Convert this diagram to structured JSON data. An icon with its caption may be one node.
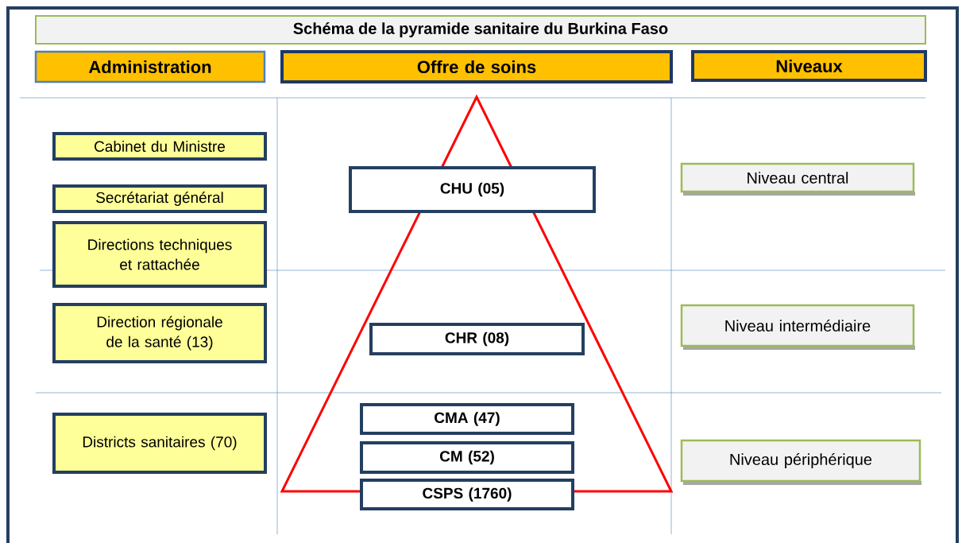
{
  "diagram": {
    "title": "Schéma de la pyramide sanitaire du Burkina Faso",
    "nodes": [
      {
        "text": [
          "Administration"
        ]
      },
      {
        "text": [
          "Offre de soins"
        ]
      },
      {
        "text": [
          "Niveaux"
        ]
      },
      {
        "text": [
          "Cabinet du Ministre"
        ]
      },
      {
        "text": [
          "Secrétariat général"
        ]
      },
      {
        "text": [
          "Directions techniques et rattachée"
        ]
      },
      {
        "text": [
          "Direction régionale de la santé (13)"
        ]
      },
      {
        "text": [
          "Districts sanitaires (70)"
        ]
      },
      {
        "text": [
          "CHU (05)"
        ]
      },
      {
        "text": [
          "CHR (08)"
        ]
      },
      {
        "text": [
          "CMA (47)"
        ]
      },
      {
        "text": [
          "CM (52)"
        ]
      },
      {
        "text": [
          "CSPS (1760)"
        ]
      },
      {
        "text": [
          "Niveau central"
        ]
      },
      {
        "text": [
          "Niveau intermédiaire"
        ]
      },
      {
        "text": [
          "Niveau périphérique"
        ]
      }
    ]
  }
}
